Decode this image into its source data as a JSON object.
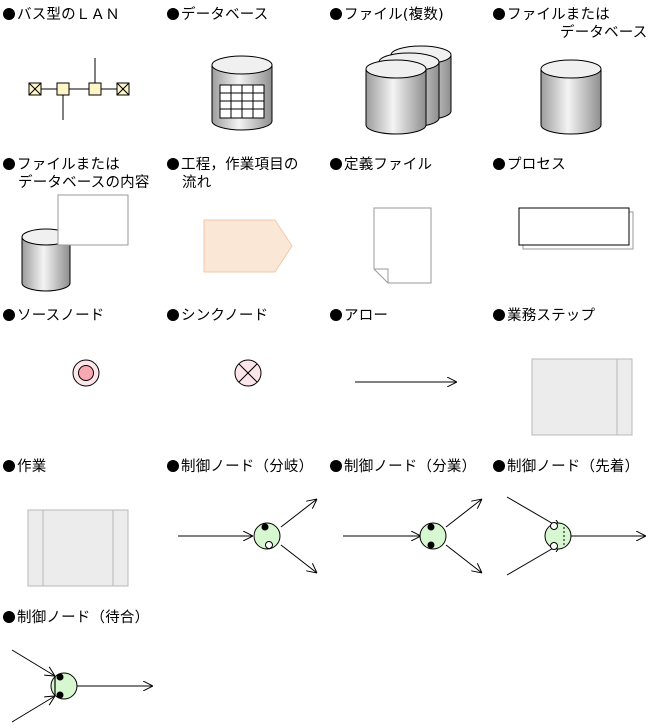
{
  "legend": {
    "items": [
      {
        "id": "bus-lan",
        "label": "バス型のＬＡＮ"
      },
      {
        "id": "database",
        "label": "データベース"
      },
      {
        "id": "files-multiple",
        "label": "ファイル(複数)"
      },
      {
        "id": "file-or-db",
        "label": "ファイルまたは",
        "label2": "データベース"
      },
      {
        "id": "file-db-contents",
        "label": "ファイルまたは",
        "label2": "データベースの内容"
      },
      {
        "id": "process-flow",
        "label": "工程，作業項目の",
        "label2": "流れ"
      },
      {
        "id": "definition-file",
        "label": "定義ファイル"
      },
      {
        "id": "process",
        "label": "プロセス"
      },
      {
        "id": "source-node",
        "label": "ソースノード"
      },
      {
        "id": "sink-node",
        "label": "シンクノード"
      },
      {
        "id": "arrow",
        "label": "アロー"
      },
      {
        "id": "business-step",
        "label": "業務ステップ"
      },
      {
        "id": "work",
        "label": "作業"
      },
      {
        "id": "control-branch",
        "label": "制御ノード（分岐）"
      },
      {
        "id": "control-split",
        "label": "制御ノード（分業）"
      },
      {
        "id": "control-first",
        "label": "制御ノード（先着）"
      },
      {
        "id": "control-join",
        "label": "制御ノード（待合）"
      }
    ]
  },
  "colors": {
    "lan_node": "#fff6c8",
    "cylinder_light": "#f4f4f4",
    "cylinder_dark": "#9a9a9a",
    "flow_fill": "#fbe7d6",
    "source_fill": "#f7a8b0",
    "sink_fill": "#fde6ea",
    "step_fill": "#ececec",
    "control_fill": "#d6f7d0"
  }
}
